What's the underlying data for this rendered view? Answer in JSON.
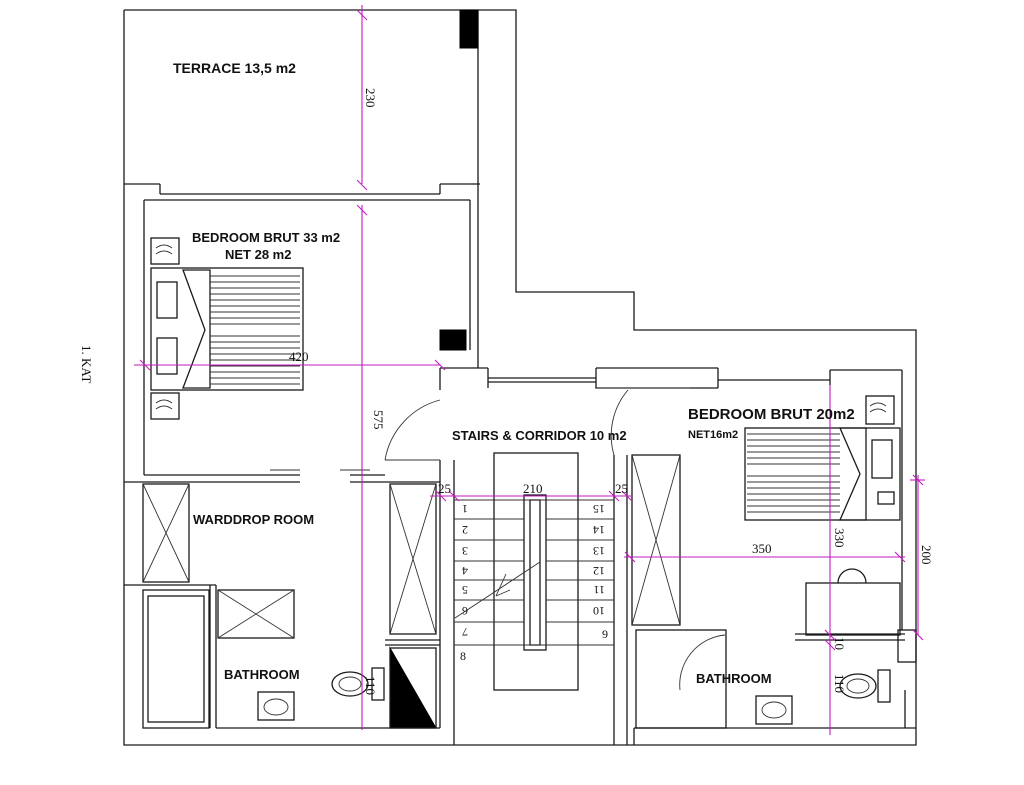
{
  "sheet": {
    "floor_label": "1. KAT"
  },
  "rooms": {
    "terrace": "TERRACE 13,5 m2",
    "bedroom1_brut": "BEDROOM BRUT 33 m2",
    "bedroom1_net": "NET 28 m2",
    "stairs": "STAIRS & CORRIDOR 10 m2",
    "bedroom2_brut": "BEDROOM BRUT 20m2",
    "bedroom2_net": "NET16m2",
    "wardrobe": "WARDDROP ROOM",
    "bathroom1": "BATHROOM",
    "bathroom2": "BATHROOM"
  },
  "dimensions": {
    "terrace_depth": "230",
    "bedroom1_width": "420",
    "bedroom1_depth": "575",
    "stair_left": "25",
    "stair_width": "210",
    "stair_right": "25",
    "bedroom2_width": "350",
    "bedroom2_depth": "330",
    "bath2_height": "200",
    "wall_thickness": "10",
    "bath1_width": "110",
    "bath2_width": "110"
  },
  "stair_steps": {
    "left": [
      "1",
      "2",
      "3",
      "4",
      "5",
      "6",
      "7",
      "8"
    ],
    "right": [
      "15",
      "14",
      "13",
      "12",
      "11",
      "10",
      "9"
    ]
  }
}
